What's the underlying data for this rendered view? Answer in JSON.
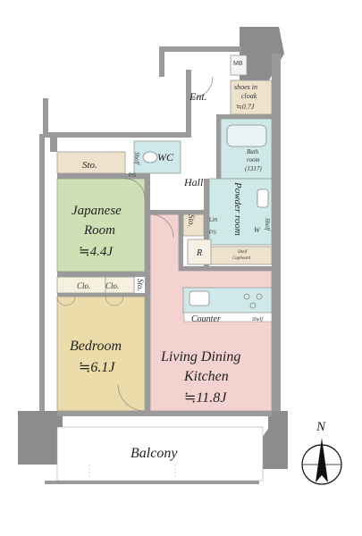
{
  "rooms": {
    "mb": "MB",
    "entrance": "Ent.",
    "shoes_cloak_line1": "shoes in",
    "shoes_cloak_line2": "cloak",
    "shoes_cloak_size": "≒0.7J",
    "bath_line1": "Bath",
    "bath_line2": "room",
    "bath_size": "(1317)",
    "wc": "WC",
    "shelf_wc": "Shelf",
    "ps_upper": "PS",
    "storage_top": "Sto.",
    "hall": "Hall",
    "powder_room": "Powder room",
    "japanese_line1": "Japanese",
    "japanese_line2": "Room",
    "japanese_size": "≒4.4J",
    "storage_mid": "Sto.",
    "linen": "Lin",
    "ps_lower": "PS",
    "refrigerator": "R",
    "washer": "W",
    "shelf_powder": "Shelf",
    "shelf_cupboard_line1": "Shelf",
    "shelf_cupboard_line2": "Cupboard",
    "closet_1": "Clo.",
    "closet_2": "Clo.",
    "storage_bedroom": "Sto.",
    "counter": "Counter",
    "shelf_kitchen": "Shelf",
    "bedroom_line1": "Bedroom",
    "bedroom_size": "≒6.1J",
    "ldk_line1": "Living Dining",
    "ldk_line2": "Kitchen",
    "ldk_size": "≒11.8J",
    "balcony": "Balcony"
  },
  "compass": {
    "north_label": "N"
  },
  "colors": {
    "wall": "#8a8a8a",
    "japanese_room": "#cfe0b4",
    "bedroom": "#ecdcaa",
    "ldk": "#f3d2cf",
    "wet_area": "#cfe8e8",
    "storage": "#efe2cc",
    "floor": "#ffffff"
  }
}
